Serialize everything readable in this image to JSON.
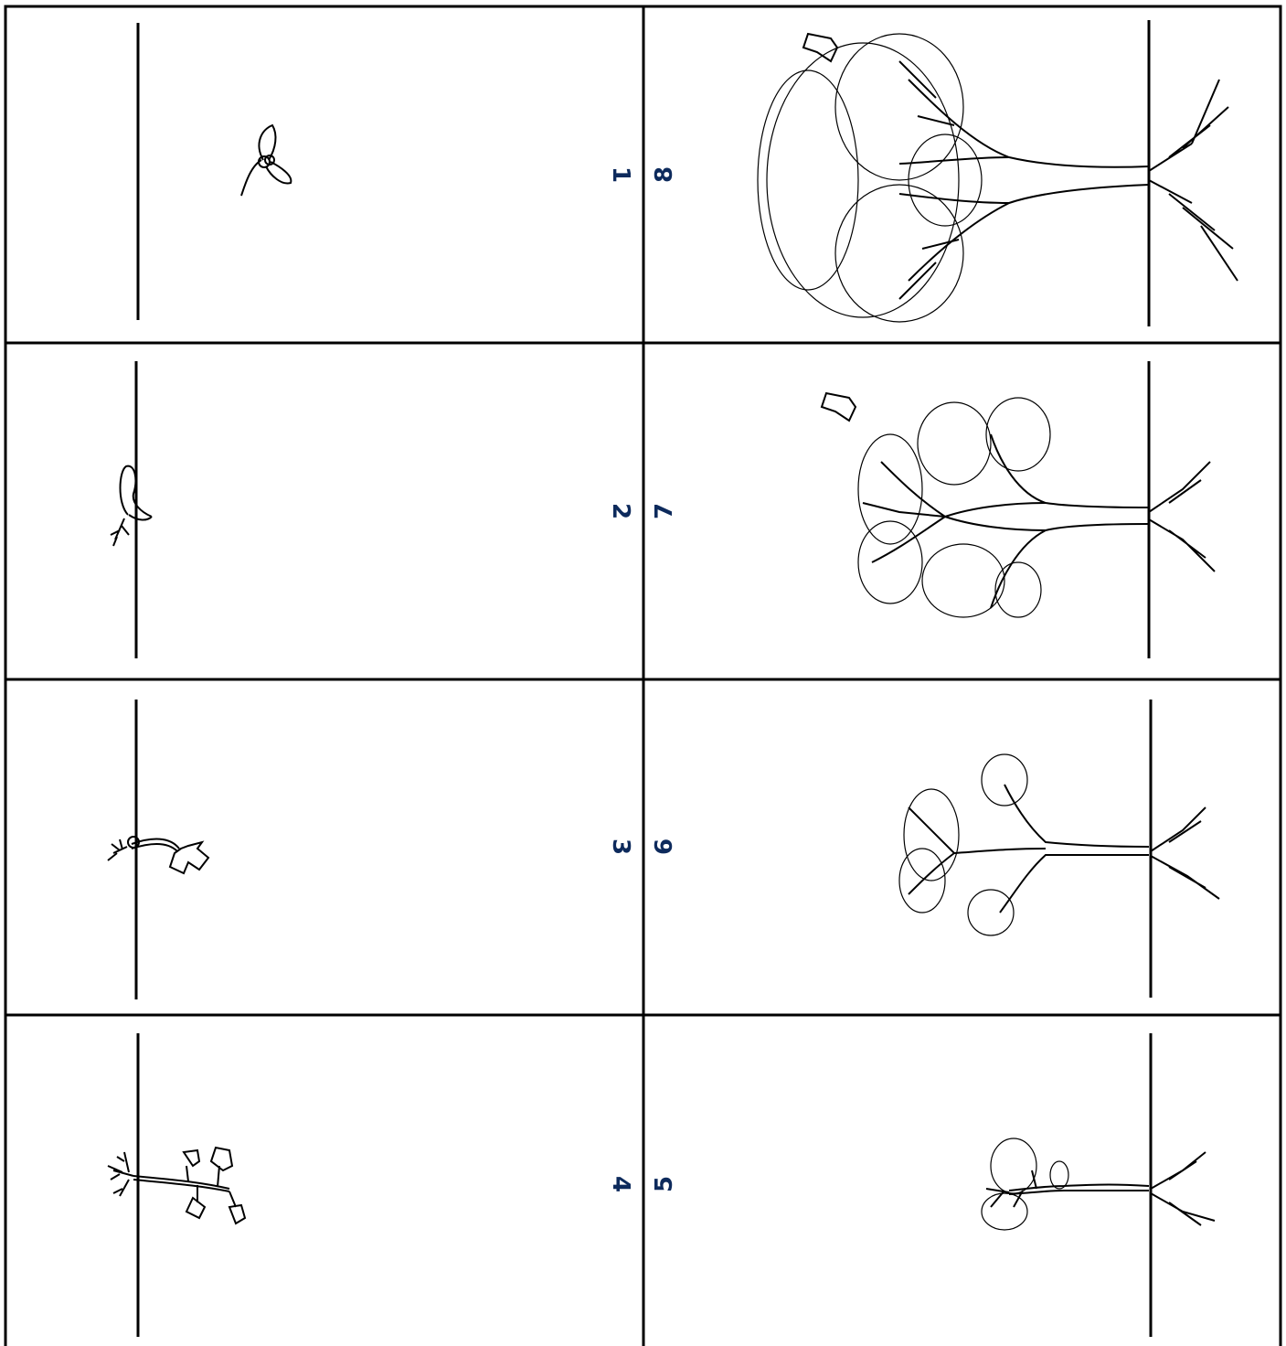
{
  "colors": {
    "frame": "#000000",
    "number": "#0d2a5c",
    "ink": "#000000"
  },
  "panels": [
    {
      "number": "1",
      "stage": "seed"
    },
    {
      "number": "2",
      "stage": "germinating-seed"
    },
    {
      "number": "3",
      "stage": "sprout"
    },
    {
      "number": "4",
      "stage": "seedling"
    },
    {
      "number": "5",
      "stage": "sapling"
    },
    {
      "number": "6",
      "stage": "young-tree"
    },
    {
      "number": "7",
      "stage": "growing-tree"
    },
    {
      "number": "8",
      "stage": "mature-tree"
    }
  ]
}
